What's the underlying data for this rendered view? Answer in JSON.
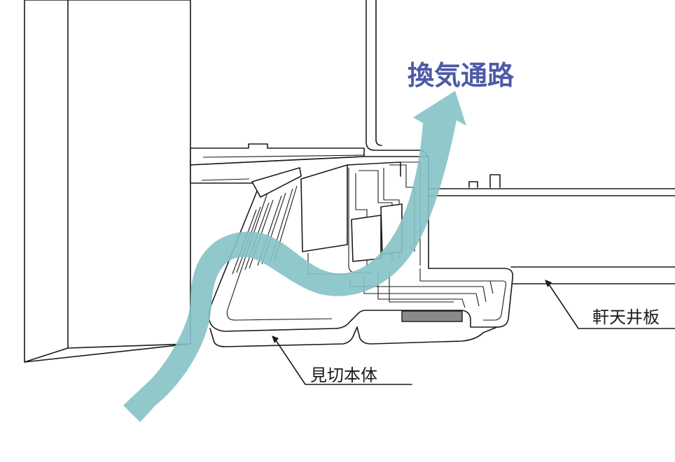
{
  "labels": {
    "airflow": "換気通路",
    "main_body": "見切本体",
    "soffit_board": "軒天井板"
  },
  "colors": {
    "airflow_arrow": "#85c2c6",
    "airflow_text": "#4d5aa6",
    "line": "#1a1a1a",
    "gasket": "#8a8a8a"
  }
}
